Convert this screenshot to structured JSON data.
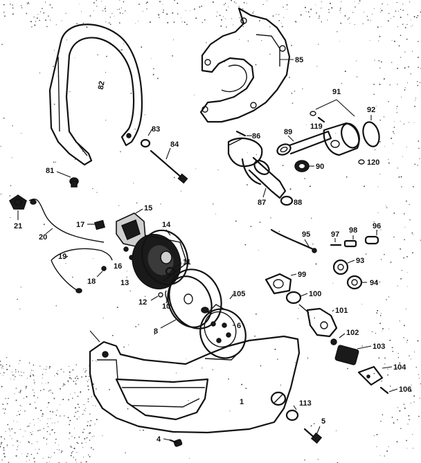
{
  "callouts": {
    "c1": "1",
    "c4": "4",
    "c5": "5",
    "c6": "6",
    "c8": "8",
    "c10": "10",
    "c11": "11",
    "c12": "12",
    "c13": "13",
    "c14": "14",
    "c15": "15",
    "c16": "16",
    "c17": "17",
    "c18": "18",
    "c19": "19",
    "c20": "20",
    "c21": "21",
    "c81": "81",
    "c82": "82",
    "c83": "83",
    "c84": "84",
    "c85": "85",
    "c86": "86",
    "c87": "87",
    "c88": "88",
    "c89": "89",
    "c90": "90",
    "c91": "91",
    "c92": "92",
    "c93": "93",
    "c94": "94",
    "c95": "95",
    "c96": "96",
    "c97": "97",
    "c98": "98",
    "c99": "99",
    "c100": "100",
    "c101": "101",
    "c102": "102",
    "c103": "103",
    "c104": "104",
    "c105": "105",
    "c106": "106",
    "c113": "113",
    "c119": "119",
    "c120": "120"
  },
  "colors": {
    "ink": "#111111",
    "paper": "#ffffff",
    "shade": "#cfcfcf"
  }
}
